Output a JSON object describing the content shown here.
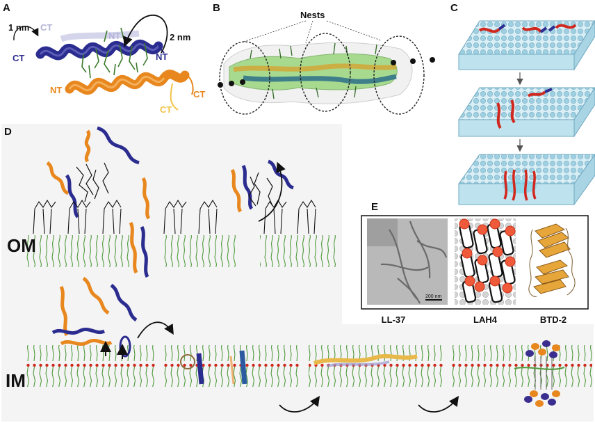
{
  "panels": {
    "A": {
      "label": "A",
      "annotations": {
        "one_nm": "1 nm",
        "two_nm": "2 nm",
        "ct_faded": "CT",
        "nt_faded": "NT",
        "ct_blue": "CT",
        "nt_blue": "NT",
        "nt_orange": "NT",
        "ct_orange": "CT",
        "ct_yellow": "CT"
      }
    },
    "B": {
      "label": "B",
      "title": "Nests"
    },
    "C": {
      "label": "C"
    },
    "D": {
      "label": "D",
      "outer_membrane": "OM",
      "inner_membrane": "IM"
    },
    "E": {
      "label": "E",
      "scale_bar": "200 nm",
      "captions": [
        "LL-37",
        "LAH4",
        "BTD-2"
      ]
    }
  },
  "colors": {
    "blue_helix": "#2b2c8f",
    "orange_helix": "#e8871e",
    "yellow_helix": "#f2c34a",
    "green_lipid": "#4f9a3c",
    "red_head": "#d0281e",
    "membrane_blue": "#bfe3ee",
    "nest_green": "#8fd36f",
    "panel_bg": "#f4f4f4"
  }
}
